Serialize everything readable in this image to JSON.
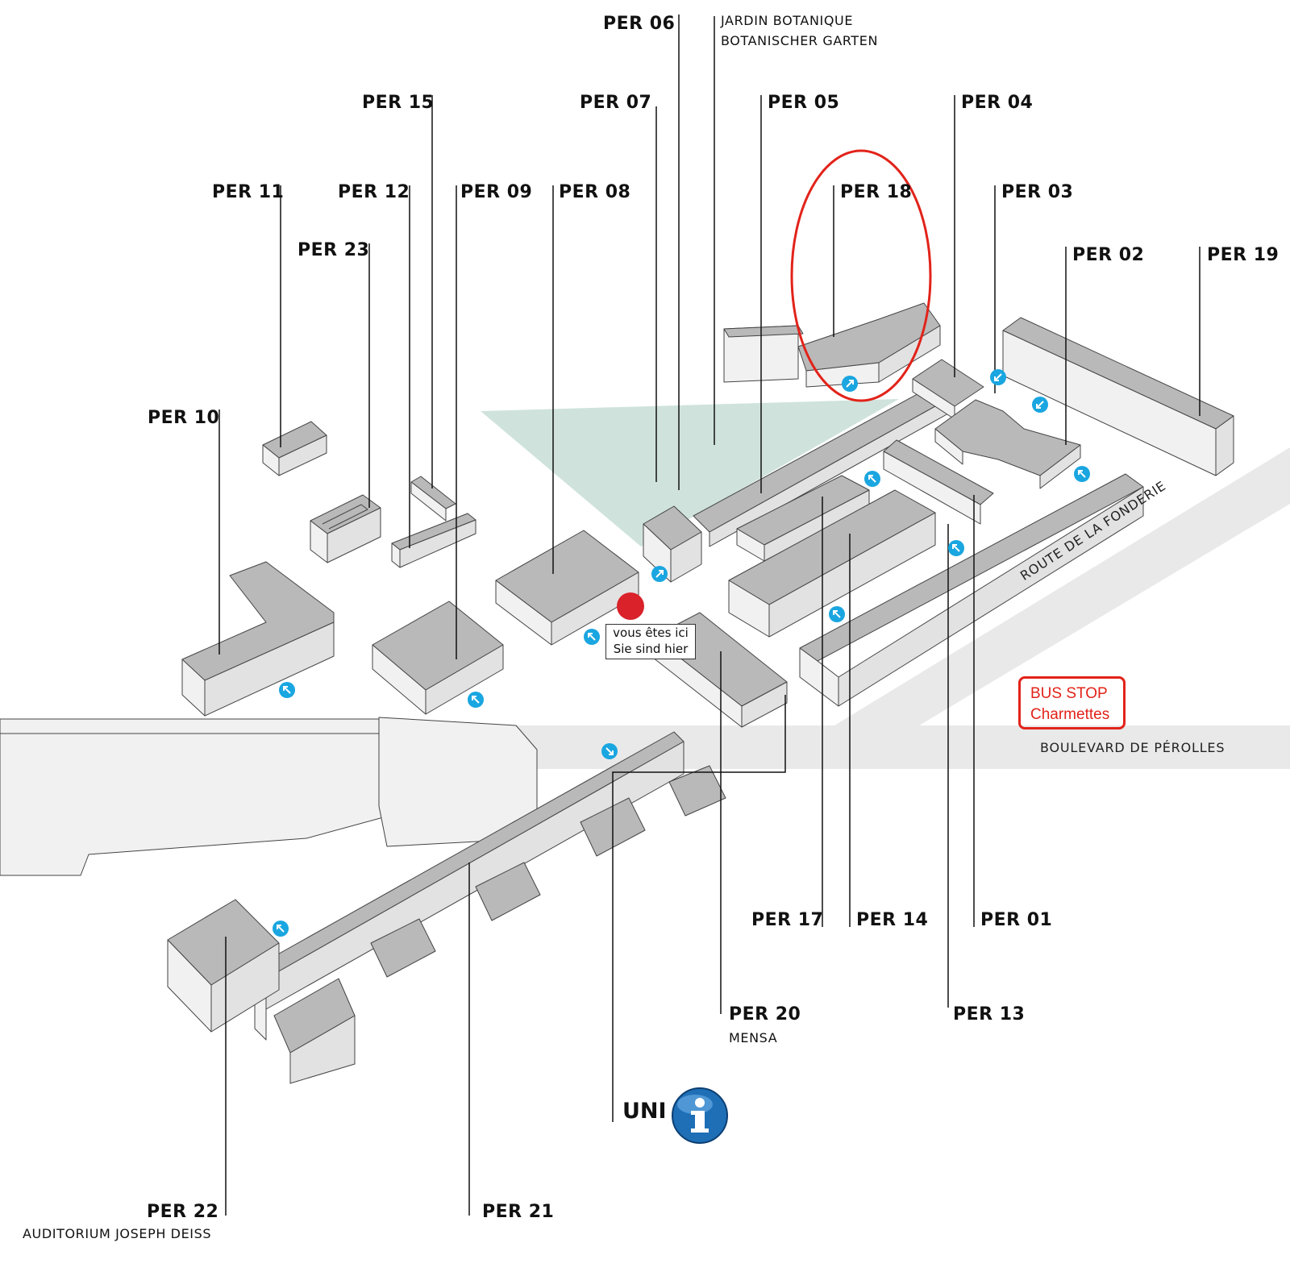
{
  "buildings": {
    "per06": "PER 06",
    "per15": "PER 15",
    "per07": "PER 07",
    "per05": "PER 05",
    "per04": "PER 04",
    "per11": "PER 11",
    "per12": "PER 12",
    "per09": "PER 09",
    "per08": "PER 08",
    "per18": "PER 18",
    "per03": "PER 03",
    "per23": "PER 23",
    "per02": "PER 02",
    "per19": "PER 19",
    "per10": "PER 10",
    "per17": "PER 17",
    "per14": "PER 14",
    "per01": "PER 01",
    "per20": "PER 20",
    "per13": "PER 13",
    "per22": "PER 22",
    "per21": "PER 21"
  },
  "sublabels": {
    "jardin_fr": "JARDIN BOTANIQUE",
    "jardin_de": "BOTANISCHER GARTEN",
    "mensa": "MENSA",
    "auditorium": "AUDITORIUM JOSEPH DEISS"
  },
  "roads": {
    "fonderie": "ROUTE DE LA FONDERIE",
    "perolles": "BOULEVARD DE PÉROLLES"
  },
  "you_are_here": {
    "fr": "vous êtes ici",
    "de": "Sie sind hier"
  },
  "bus_stop": {
    "line1": "BUS STOP",
    "line2": "Charmettes"
  },
  "info": {
    "label": "UNI",
    "icon": "info-icon"
  },
  "colors": {
    "building_top": "#b9b9b9",
    "building_side": "#f1f1f1",
    "garden": "#cfe3dc",
    "road": "#e9e9e9",
    "highlight": "#e2231a",
    "entrance": "#1aa6e0",
    "here_dot": "#d9222a"
  }
}
